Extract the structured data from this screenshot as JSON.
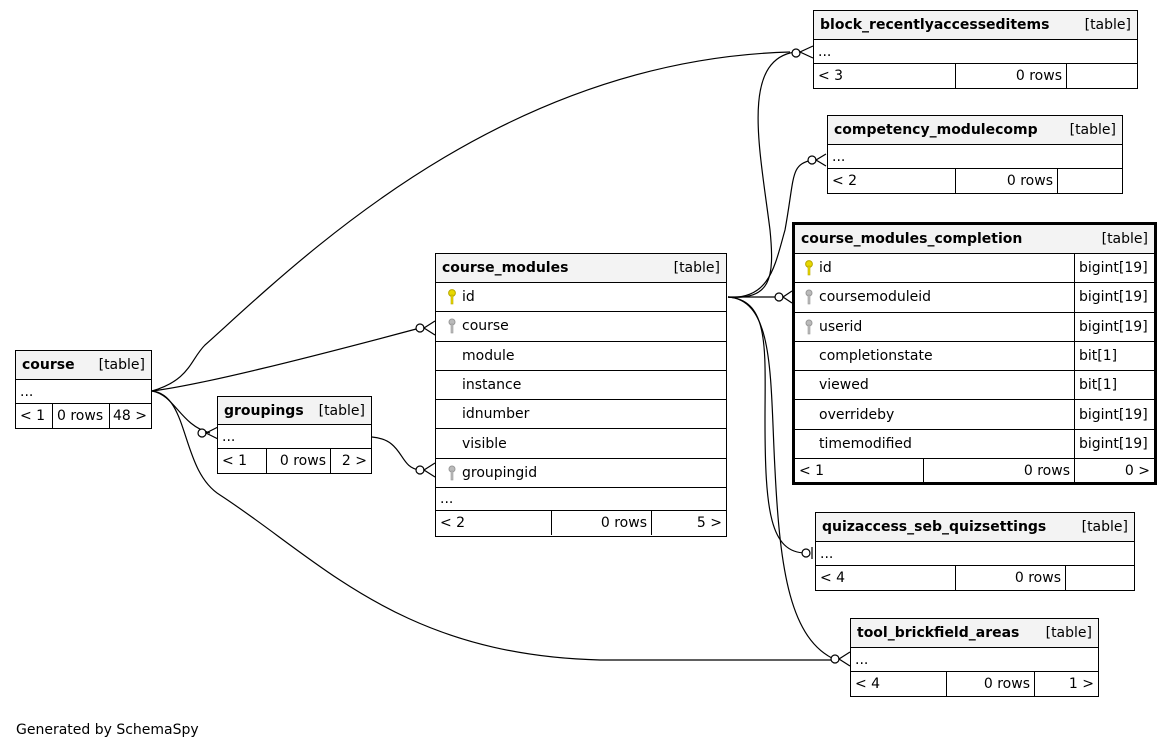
{
  "tables": {
    "course": {
      "name": "course",
      "kind": "[table]",
      "ellipsis": "...",
      "stats": [
        "< 1",
        "0 rows",
        "48 >"
      ]
    },
    "groupings": {
      "name": "groupings",
      "kind": "[table]",
      "ellipsis": "...",
      "stats": [
        "< 1",
        "0 rows",
        "2 >"
      ]
    },
    "course_modules": {
      "name": "course_modules",
      "kind": "[table]",
      "columns": [
        "id",
        "course",
        "module",
        "instance",
        "idnumber",
        "visible",
        "groupingid"
      ],
      "ellipsis": "...",
      "stats": [
        "< 2",
        "0 rows",
        "5 >"
      ]
    },
    "block_recentlyaccesseditems": {
      "name": "block_recentlyaccesseditems",
      "kind": "[table]",
      "ellipsis": "...",
      "stats": [
        "< 3",
        "0 rows",
        ""
      ]
    },
    "competency_modulecomp": {
      "name": "competency_modulecomp",
      "kind": "[table]",
      "ellipsis": "...",
      "stats": [
        "< 2",
        "0 rows",
        ""
      ]
    },
    "course_modules_completion": {
      "name": "course_modules_completion",
      "kind": "[table]",
      "columns": [
        {
          "name": "id",
          "type": "bigint[19]"
        },
        {
          "name": "coursemoduleid",
          "type": "bigint[19]"
        },
        {
          "name": "userid",
          "type": "bigint[19]"
        },
        {
          "name": "completionstate",
          "type": "bit[1]"
        },
        {
          "name": "viewed",
          "type": "bit[1]"
        },
        {
          "name": "overrideby",
          "type": "bigint[19]"
        },
        {
          "name": "timemodified",
          "type": "bigint[19]"
        }
      ],
      "stats": [
        "< 1",
        "0 rows",
        "0 >"
      ]
    },
    "quizaccess_seb_quizsettings": {
      "name": "quizaccess_seb_quizsettings",
      "kind": "[table]",
      "ellipsis": "...",
      "stats": [
        "< 4",
        "0 rows",
        ""
      ]
    },
    "tool_brickfield_areas": {
      "name": "tool_brickfield_areas",
      "kind": "[table]",
      "ellipsis": "...",
      "stats": [
        "< 4",
        "0 rows",
        "1 >"
      ]
    }
  },
  "icons": {
    "primary_key": "key-icon",
    "foreign_key": "key-icon",
    "primary_color": "#e8d800",
    "foreign_color": "#aaaaaa"
  },
  "footer": "Generated by SchemaSpy"
}
